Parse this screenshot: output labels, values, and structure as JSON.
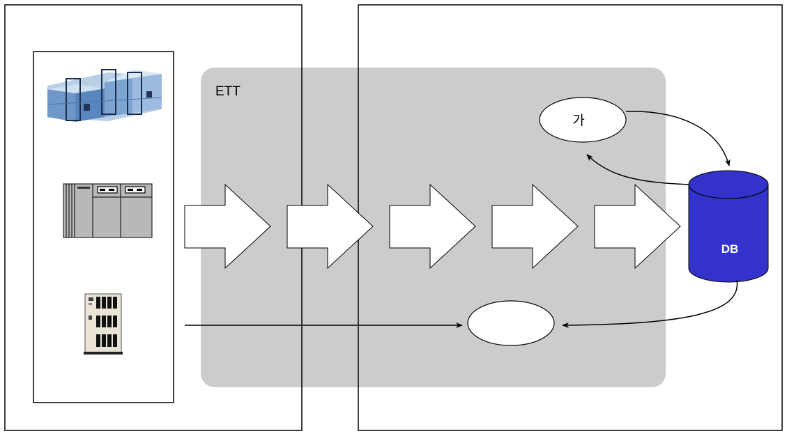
{
  "diagram": {
    "ett_label": "ETT",
    "process_node_label": "가",
    "output_node_label": "",
    "db_label": "DB",
    "colors": {
      "background": "#ffffff",
      "ett_region": "#cccccc",
      "db_fill": "#3333cc",
      "db_text": "#ffffff",
      "outline": "#000000"
    },
    "icons": [
      "mainframe-server-icon",
      "server-rack-icon",
      "server-tower-icon"
    ],
    "flow_arrow_count": 5
  }
}
